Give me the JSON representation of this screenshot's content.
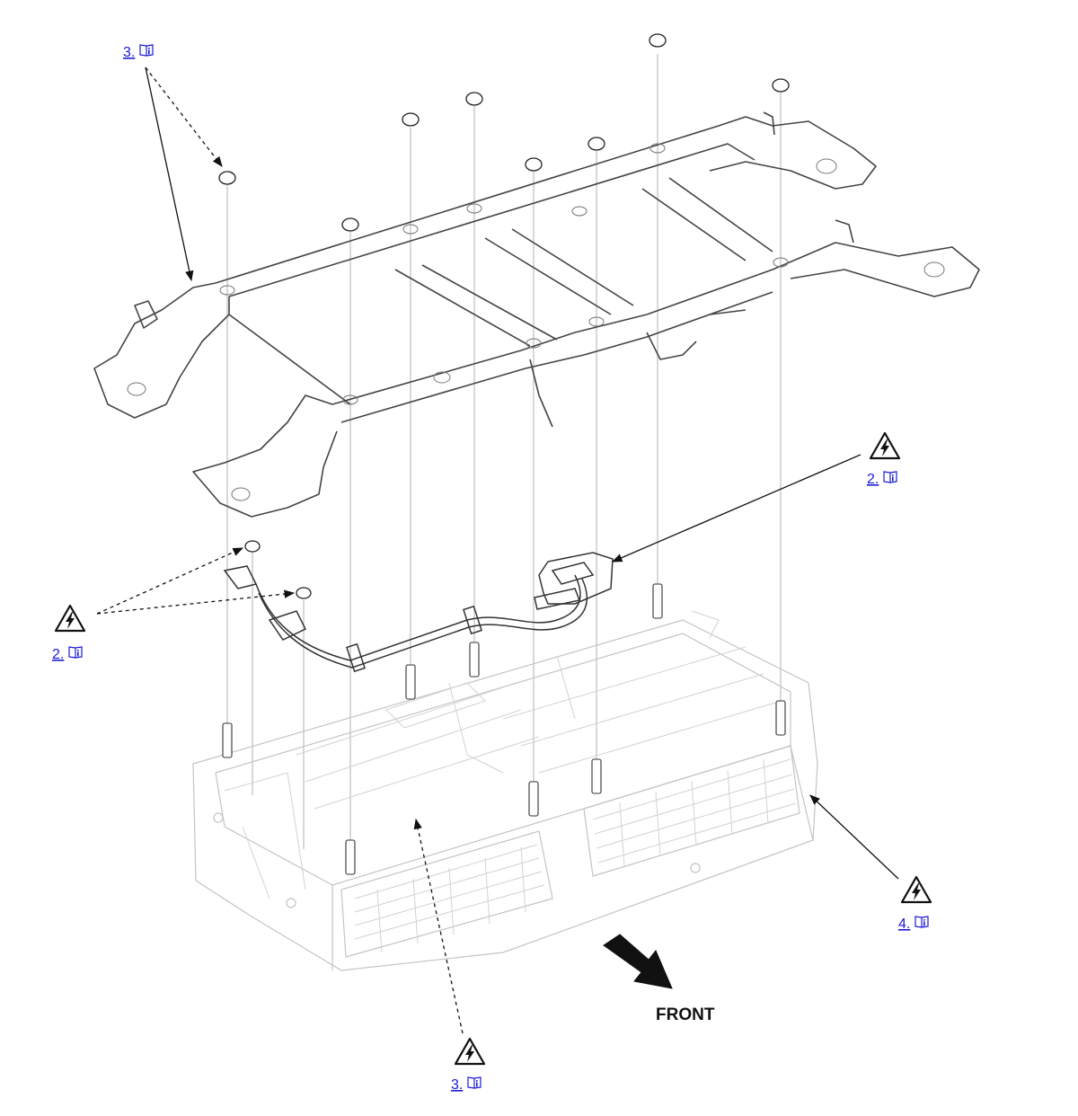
{
  "callouts": {
    "c_frame_nuts": "3.",
    "c_connector": "2.",
    "c_left_nuts": "2.",
    "c_pack_cover": "3.",
    "c_pack_side": "4."
  },
  "direction_label": "FRONT",
  "icons": {
    "warning": "high-voltage-warning-icon",
    "manual": "service-manual-book-icon",
    "direction": "front-direction-arrow-icon"
  },
  "colors": {
    "link": "#1a1ad6",
    "line_art": "#444444",
    "background_part": "#c4c4c4"
  }
}
